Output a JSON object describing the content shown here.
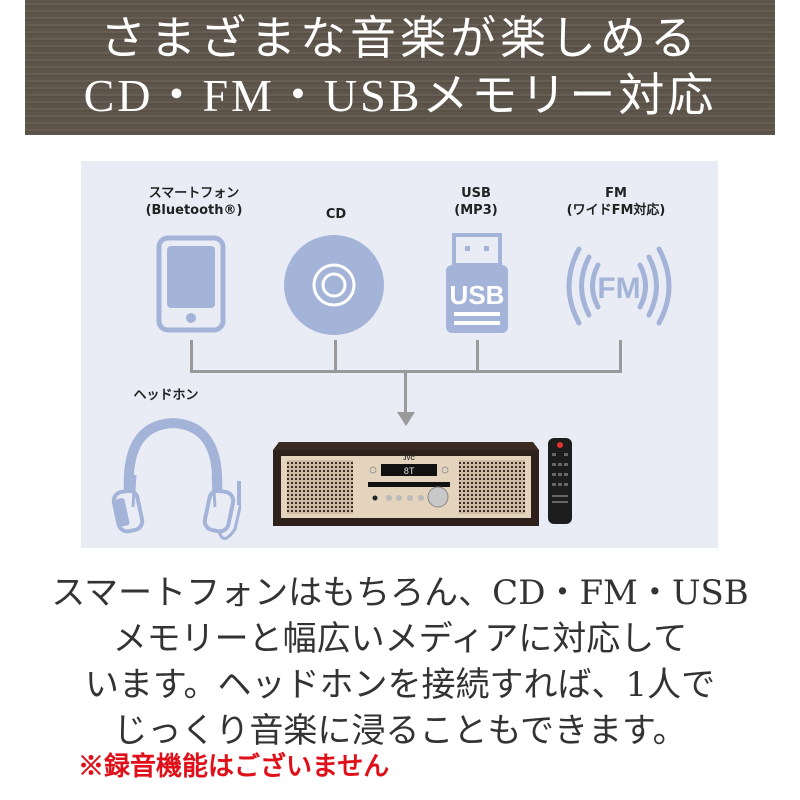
{
  "banner": {
    "line1": "さまざまな音楽が楽しめる",
    "line2": "CD・FM・USBメモリー対応",
    "bg_color": "#5d554b",
    "text_color": "#ffffff"
  },
  "diagram": {
    "bg_color": "#e9ecf5",
    "icon_color": "#a4b4d8",
    "line_color": "#9a9a9a",
    "sources": [
      {
        "id": "smartphone",
        "label1": "スマートフォン",
        "label2": "(Bluetooth®)",
        "icon": "smartphone-icon"
      },
      {
        "id": "cd",
        "label1": "CD",
        "label2": "",
        "icon": "cd-icon"
      },
      {
        "id": "usb",
        "label1": "USB",
        "label2": "(MP3)",
        "icon": "usb-icon",
        "icon_text": "USB"
      },
      {
        "id": "fm",
        "label1": "FM",
        "label2": "(ワイドFM対応)",
        "icon": "fm-radio-icon",
        "icon_text": "FM"
      }
    ],
    "headphone": {
      "label": "ヘッドホン",
      "icon": "headphones-icon"
    },
    "device": {
      "brand": "JVC",
      "display": "8T",
      "icon": "stereo-system"
    },
    "remote": {
      "icon": "remote-control"
    }
  },
  "description": {
    "lines": [
      "スマートフォンはもちろん、CD・FM・USB",
      "メモリーと幅広いメディアに対応して",
      "います。ヘッドホンを接続すれば、1人で",
      "じっくり音楽に浸ることもできます。"
    ],
    "text_color": "#333333"
  },
  "note": {
    "text": "※録音機能はございません",
    "color": "#e0101a"
  }
}
